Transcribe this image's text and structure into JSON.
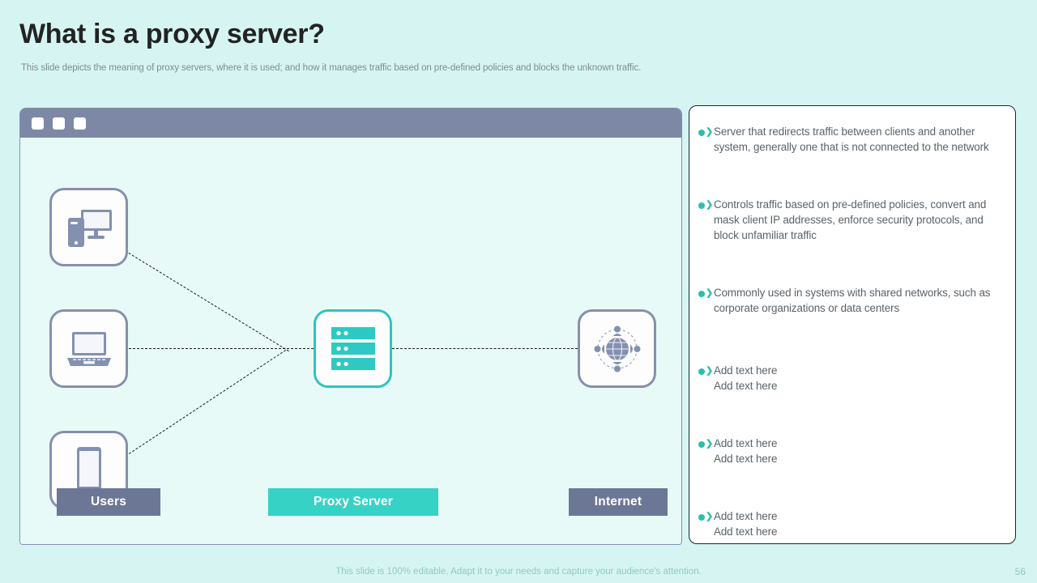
{
  "slide": {
    "title": "What is a proxy server?",
    "subtitle": "This slide depicts the meaning of proxy servers, where it is used; and how it  manages traffic based on pre-defined policies and blocks the unknown traffic.",
    "footer_note": "This slide is 100% editable. Adapt it to your needs and capture your audience's attention.",
    "page_number": "56"
  },
  "colors": {
    "background": "#d6f5f2",
    "slate": "#6c7796",
    "teal": "#37d2c6",
    "bullet": "#2bbfae",
    "panel_bg": "#e8faf8",
    "browser_bar": "#7d88a6"
  },
  "diagram": {
    "window_buttons": [
      "square-1",
      "square-2",
      "square-3"
    ],
    "nodes": [
      {
        "id": "desktop",
        "icon": "desktop-mobile-icon"
      },
      {
        "id": "laptop",
        "icon": "laptop-icon"
      },
      {
        "id": "mobile",
        "icon": "smartphone-icon"
      },
      {
        "id": "proxy",
        "icon": "server-rack-icon"
      },
      {
        "id": "internet",
        "icon": "globe-network-icon"
      }
    ],
    "labels": {
      "users": "Users",
      "proxy": "Proxy Server",
      "internet": "Internet"
    }
  },
  "bullets": [
    {
      "lines": [
        "Server that  redirects traffic between clients  and another system,  generally  one that  is not connected  to the network"
      ]
    },
    {
      "lines": [
        "Controls  traffic based on pre-defined policies, convert  and mask client IP  addresses, enforce security  protocols,  and block unfamiliar  traffic"
      ]
    },
    {
      "lines": [
        "Commonly  used in systems  with shared  networks, such as corporate  organizations  or data centers"
      ]
    },
    {
      "lines": [
        "Add text  here",
        "Add text  here"
      ]
    },
    {
      "lines": [
        "Add text  here",
        "Add text  here"
      ]
    },
    {
      "lines": [
        "Add text  here",
        "Add text  here"
      ]
    }
  ]
}
